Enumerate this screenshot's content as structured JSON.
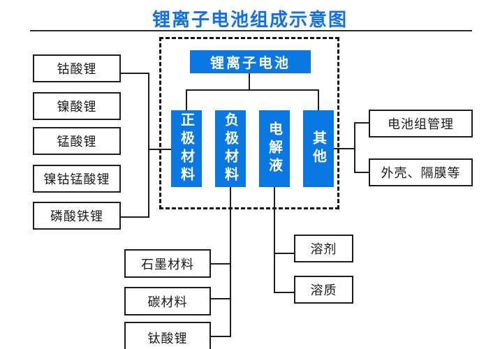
{
  "title": "锂离子电池组成示意图",
  "root": {
    "label": "锂离子电池"
  },
  "components": {
    "cathode": {
      "label": "正极材料"
    },
    "anode": {
      "label": "负极材料"
    },
    "electrolyte": {
      "label": "电解液"
    },
    "other": {
      "label": "其他"
    }
  },
  "cathode_materials": [
    "钴酸锂",
    "镍酸锂",
    "锰酸锂",
    "镍钴锰酸锂",
    "磷酸铁锂"
  ],
  "anode_materials": [
    "石墨材料",
    "碳材料",
    "钛酸锂"
  ],
  "electrolyte_parts": [
    "溶剂",
    "溶质"
  ],
  "other_parts": [
    "电池组管理",
    "外壳、隔膜等"
  ],
  "colors": {
    "node_blue": "#0a78e3",
    "title_blue": "#0e6ff2",
    "line": "#1c1c1c"
  }
}
